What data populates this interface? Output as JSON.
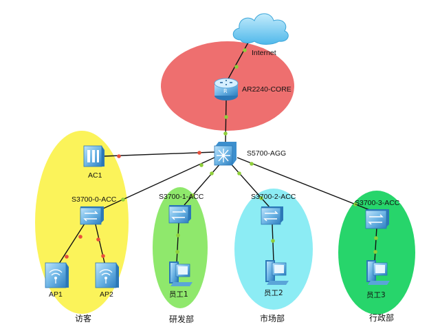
{
  "colors": {
    "core_zone": "#ee6f6f",
    "guest_zone": "#fbf35a",
    "rd_zone": "#8fe86c",
    "market_zone": "#8cecf4",
    "admin_zone": "#27d56b",
    "link": "#111111",
    "port_up": "#8fcf3a",
    "port_down": "#e8503c",
    "device_blue": "#4a9bd6",
    "cloud": "#6fc7ee"
  },
  "devices": {
    "internet": {
      "label": "Internet",
      "icon": "cloud-icon"
    },
    "core_router": {
      "label": "AR2240-CORE",
      "icon": "router-icon"
    },
    "agg_switch": {
      "label": "S5700-AGG",
      "icon": "l3-switch-icon"
    },
    "ac": {
      "label": "AC1",
      "icon": "access-controller-icon"
    },
    "acc0": {
      "label": "S3700-0-ACC",
      "icon": "switch-icon"
    },
    "acc1": {
      "label": "S3700-1-ACC",
      "icon": "switch-icon"
    },
    "acc2": {
      "label": "S3700-2-ACC",
      "icon": "switch-icon"
    },
    "acc3": {
      "label": "S3700-3-ACC",
      "icon": "switch-icon"
    },
    "ap1": {
      "label": "AP1",
      "icon": "access-point-icon"
    },
    "ap2": {
      "label": "AP2",
      "icon": "access-point-icon"
    },
    "pc1": {
      "label": "员工1",
      "icon": "pc-icon"
    },
    "pc2": {
      "label": "员工2",
      "icon": "pc-icon"
    },
    "pc3": {
      "label": "员工3",
      "icon": "pc-icon"
    }
  },
  "zones": {
    "guest": {
      "label": "访客"
    },
    "rd": {
      "label": "研发部"
    },
    "market": {
      "label": "市场部"
    },
    "admin": {
      "label": "行政部"
    }
  }
}
